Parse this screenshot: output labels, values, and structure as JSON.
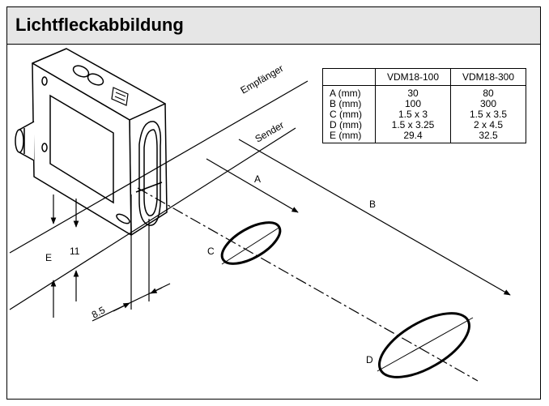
{
  "title": "Lichtfleckabbildung",
  "labels": {
    "empfaenger": "Empfänger",
    "sender": "Sender",
    "a": "A",
    "b": "B",
    "c": "C",
    "d": "D",
    "e": "E",
    "eleven": "11",
    "eight_five": "8.5"
  },
  "table": {
    "columns": [
      "",
      "VDM18-100",
      "VDM18-300"
    ],
    "rows": [
      {
        "label": "A (mm)",
        "v100": "30",
        "v300": "80"
      },
      {
        "label": "B (mm)",
        "v100": "100",
        "v300": "300"
      },
      {
        "label": "C (mm)",
        "v100": "1.5 x 3",
        "v300": "1.5 x 3.5"
      },
      {
        "label": "D (mm)",
        "v100": "1.5 x 3.25",
        "v300": "2 x 4.5"
      },
      {
        "label": "E (mm)",
        "v100": "29.4",
        "v300": "32.5"
      }
    ]
  }
}
